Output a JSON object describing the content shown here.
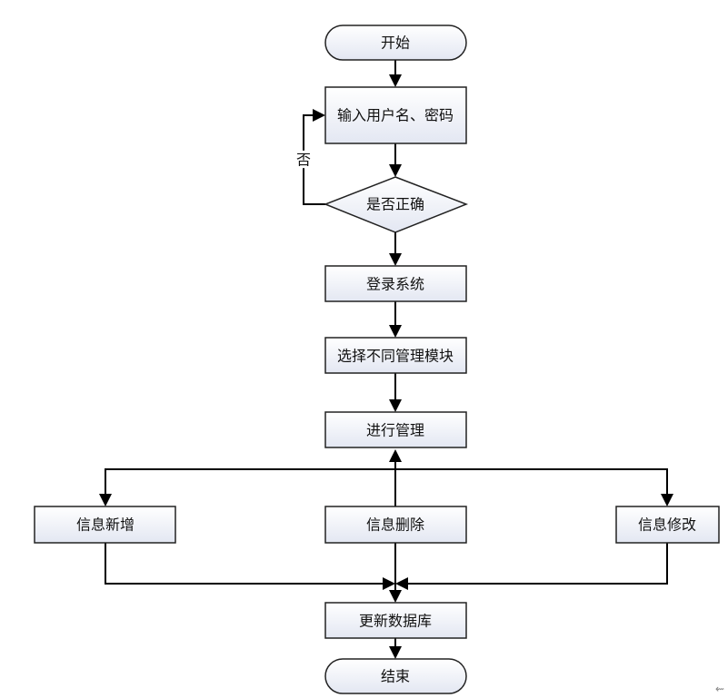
{
  "nodes": {
    "start": "开始",
    "input": "输入用户名、密码",
    "decision": "是否正确",
    "login": "登录系统",
    "select": "选择不同管理模块",
    "manage": "进行管理",
    "add": "信息新增",
    "delete": "信息删除",
    "modify": "信息修改",
    "update": "更新数据库",
    "end": "结束"
  },
  "edges": {
    "no_label": "否"
  },
  "corner_glyph": "⇜",
  "colors": {
    "fill_top": "#ffffff",
    "fill_bottom": "#e4e8f3",
    "stroke": "#222222"
  }
}
